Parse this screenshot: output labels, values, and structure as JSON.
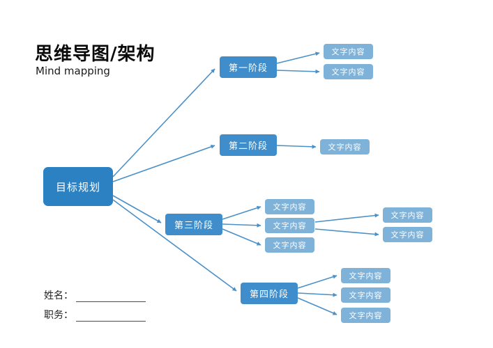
{
  "header": {
    "title": "思维导图/架构",
    "subtitle": "Mind mapping"
  },
  "root": {
    "label": "目标规划"
  },
  "stages": [
    {
      "label": "第一阶段",
      "leaves": [
        "文字内容",
        "文字内容"
      ]
    },
    {
      "label": "第二阶段",
      "leaves": [
        "文字内容"
      ]
    },
    {
      "label": "第三阶段",
      "leaves": [
        "文字内容",
        "文字内容",
        "文字内容"
      ],
      "subleaves": [
        "文字内容",
        "文字内容"
      ]
    },
    {
      "label": "第四阶段",
      "leaves": [
        "文字内容",
        "文字内容",
        "文字内容"
      ]
    }
  ],
  "footer": {
    "name_label": "姓名：",
    "title_label": "职务："
  },
  "colors": {
    "root_node": "#2b81c2",
    "stage_node": "#3f8ecb",
    "leaf_node": "#7fb2d9",
    "connector": "#4a90c8"
  }
}
